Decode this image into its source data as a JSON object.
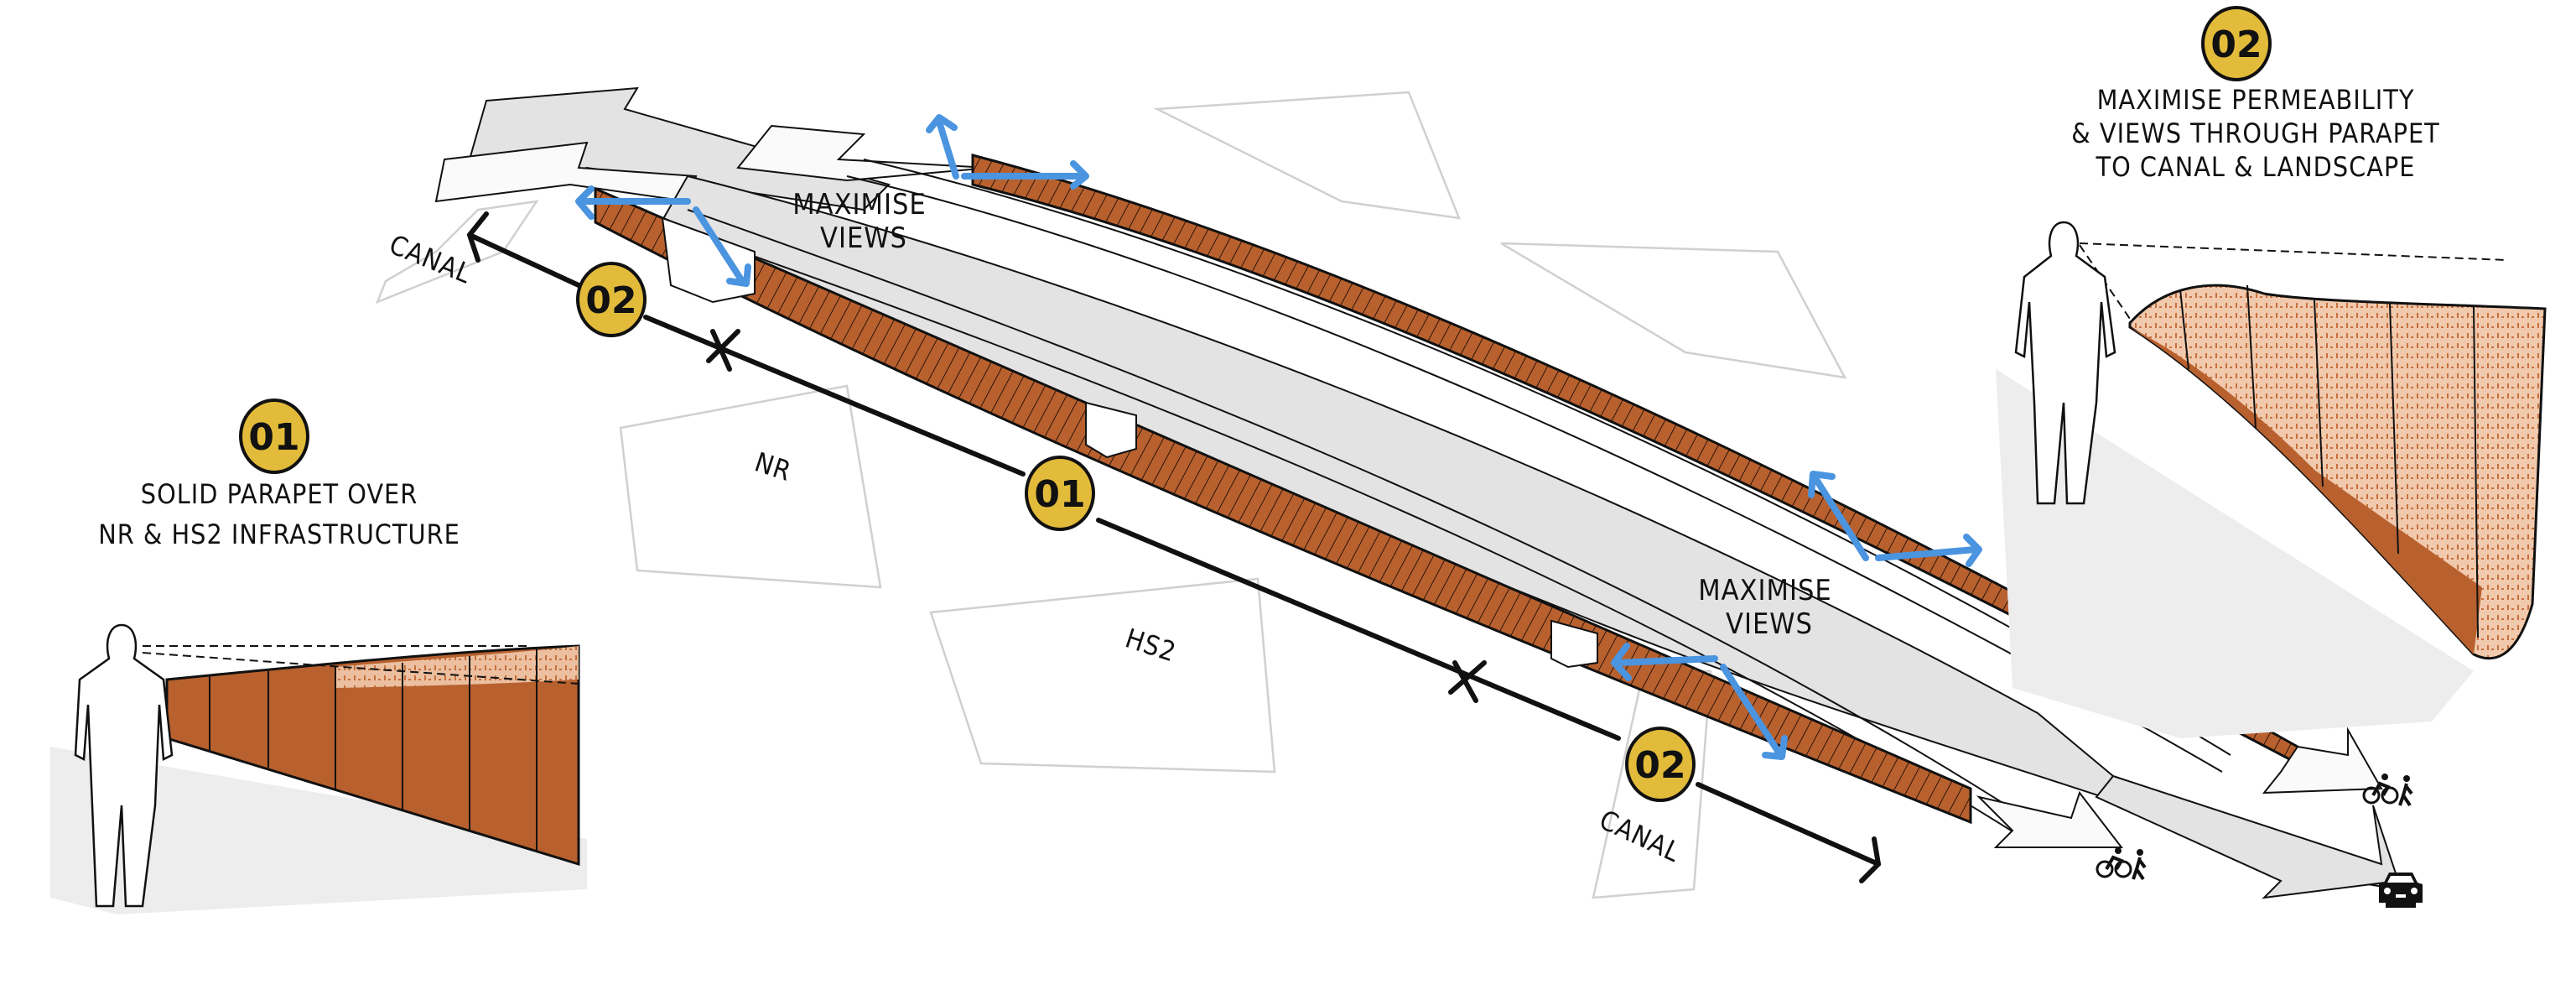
{
  "colors": {
    "badge_fill": "#e3bb3a",
    "parapet": "#b8612f",
    "parapet_light": "#e6a883",
    "deck": "#e3e3e3",
    "view_arrow": "#4a94e0",
    "ground_arrow": "#d2d2d2",
    "ink": "#111111"
  },
  "callouts": [
    {
      "id": "01",
      "badge": "01",
      "lines": [
        "SOLID PARAPET OVER",
        "NR & HS2 INFRASTRUCTURE"
      ]
    },
    {
      "id": "02",
      "badge": "02",
      "lines": [
        "MAXIMISE PERMEABILITY",
        "& VIEWS THROUGH PARAPET",
        "TO CANAL & LANDSCAPE"
      ]
    }
  ],
  "plan": {
    "labels": {
      "maximise_views_1": [
        "MAXIMISE",
        "VIEWS"
      ],
      "maximise_views_2": [
        "MAXIMISE",
        "VIEWS"
      ],
      "canal_upper": "CANAL",
      "canal_lower": "CANAL",
      "nr": "NR",
      "hs2": "HS2"
    },
    "zones": [
      {
        "badge": "02",
        "segment": "canal-upper"
      },
      {
        "badge": "01",
        "segment": "rail-crossing"
      },
      {
        "badge": "02",
        "segment": "canal-lower"
      }
    ],
    "mode_icons": [
      {
        "name": "cycle-pedestrian-icon",
        "lane": "upper footway"
      },
      {
        "name": "cycle-pedestrian-icon",
        "lane": "lower footway"
      },
      {
        "name": "car-icon",
        "lane": "carriageway"
      }
    ]
  }
}
